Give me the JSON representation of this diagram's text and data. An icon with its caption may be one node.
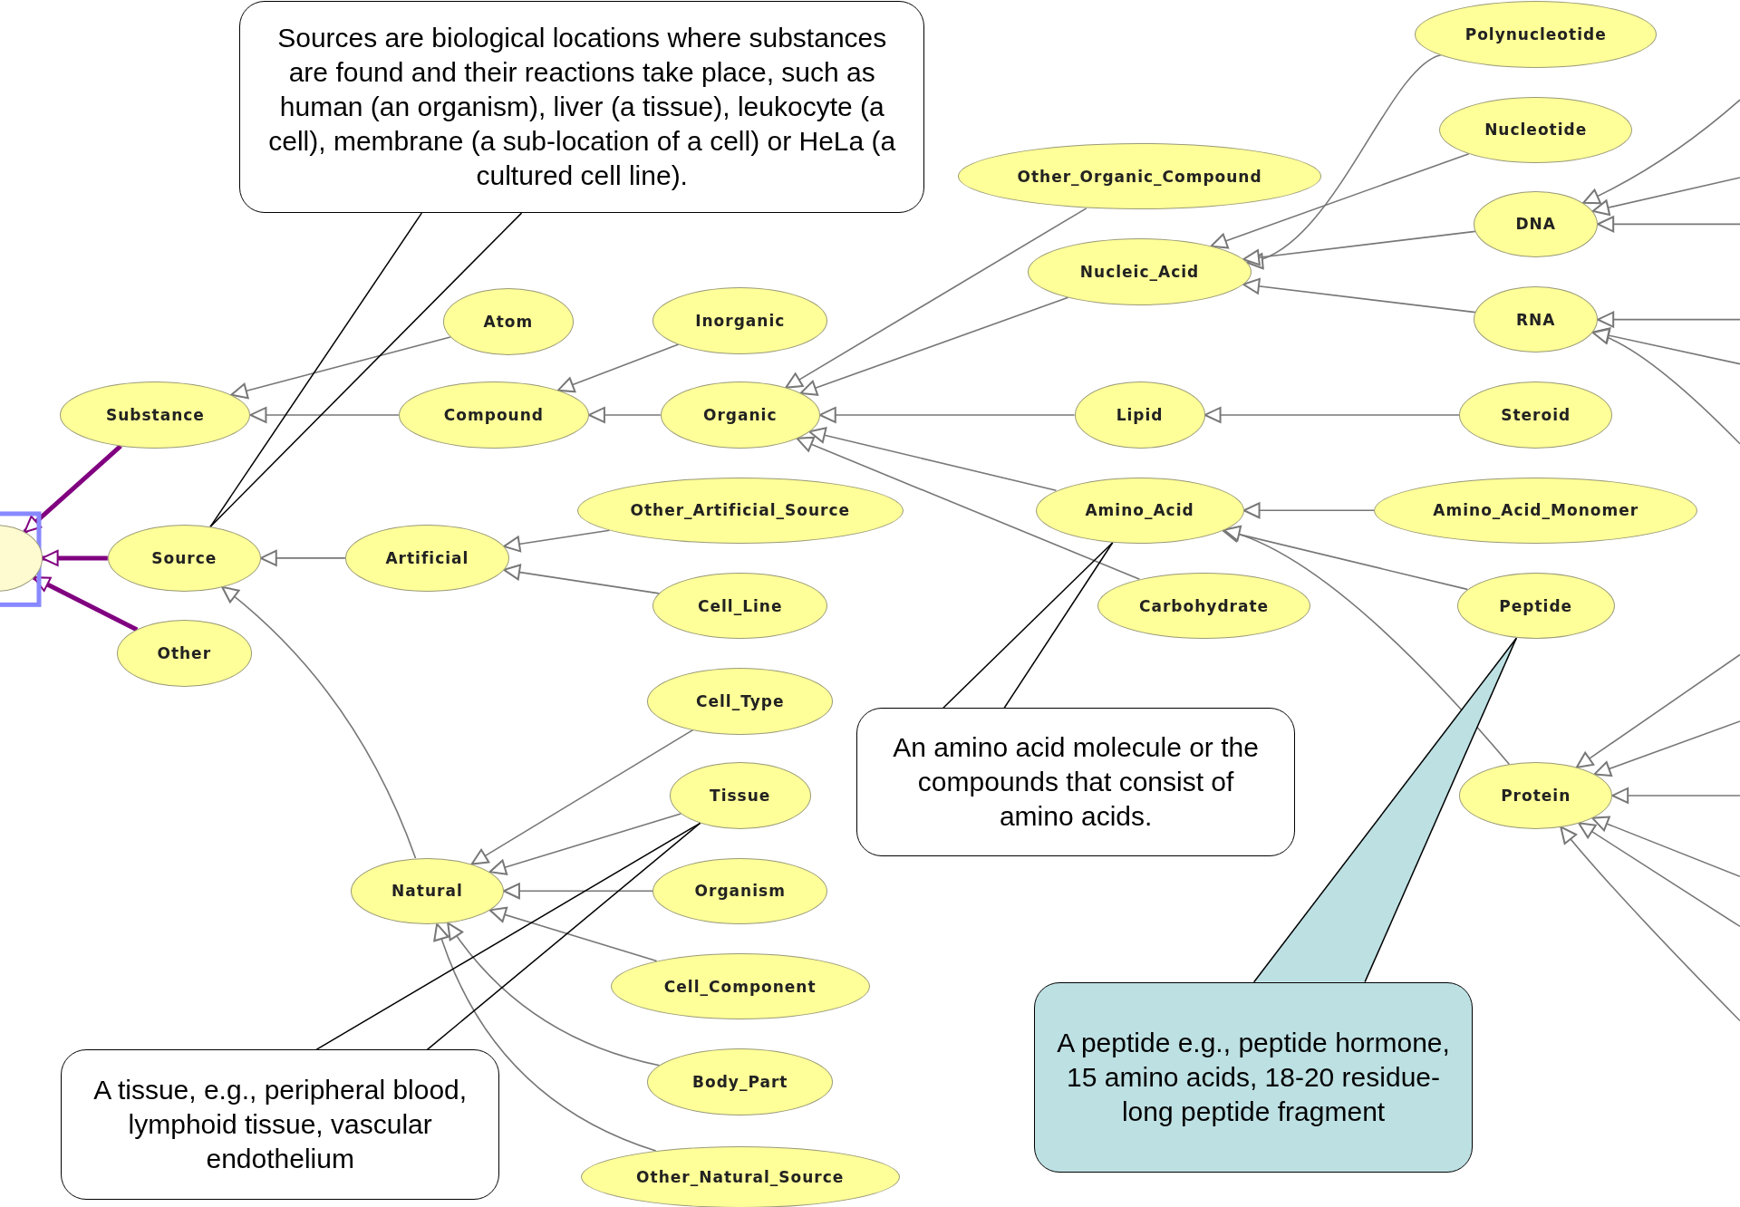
{
  "diagram": {
    "nodes": [
      {
        "text": [],
        "shape": "ellipse"
      },
      {
        "text": [
          "Substance"
        ]
      },
      {
        "text": [
          "Source"
        ]
      },
      {
        "text": [
          "Other"
        ]
      },
      {
        "text": [
          "Atom"
        ]
      },
      {
        "text": [
          "Compound"
        ]
      },
      {
        "text": [
          "Artificial"
        ]
      },
      {
        "text": [
          "Natural"
        ]
      },
      {
        "text": [
          "Inorganic"
        ]
      },
      {
        "text": [
          "Organic"
        ]
      },
      {
        "text": [
          "Other_Artificial_Source"
        ]
      },
      {
        "text": [
          "Cell_Line"
        ]
      },
      {
        "text": [
          "Cell_Type"
        ]
      },
      {
        "text": [
          "Tissue"
        ]
      },
      {
        "text": [
          "Organism"
        ]
      },
      {
        "text": [
          "Cell_Component"
        ]
      },
      {
        "text": [
          "Body_Part"
        ]
      },
      {
        "text": [
          "Other_Natural_Source"
        ]
      },
      {
        "text": [
          "Other_Organic_Compound"
        ]
      },
      {
        "text": [
          "Nucleic_Acid"
        ]
      },
      {
        "text": [
          "Lipid"
        ]
      },
      {
        "text": [
          "Amino_Acid"
        ]
      },
      {
        "text": [
          "Carbohydrate"
        ]
      },
      {
        "text": [
          "Polynucleotide"
        ]
      },
      {
        "text": [
          "Nucleotide"
        ]
      },
      {
        "text": [
          "DNA"
        ]
      },
      {
        "text": [
          "RNA"
        ]
      },
      {
        "text": [
          "Steroid"
        ]
      },
      {
        "text": [
          "Amino_Acid_Monomer"
        ]
      },
      {
        "text": [
          "Peptide"
        ]
      },
      {
        "text": [
          "Protein"
        ]
      },
      {
        "text": [
          "Sources are biological locations where substances are found and their reactions take place, such as human (an organism), liver (a tissue), leukocyte (a cell), membrane (a sub-location of a cell) or HeLa (a cultured cell line)."
        ]
      },
      {
        "text": [
          "An amino acid molecule or the compounds that consist of amino acids."
        ]
      },
      {
        "text": [
          "A peptide e.g., peptide hormone, 15 amino acids, 18-20 residue-long peptide fragment"
        ]
      },
      {
        "text": [
          "A tissue, e.g., peripheral blood, lymphoid tissue, vascular endothelium"
        ]
      }
    ],
    "edges": [
      {
        "from": 1,
        "to": 0,
        "arrow": "to",
        "style": "thick",
        "color": "#800080"
      },
      {
        "from": 2,
        "to": 0,
        "arrow": "to",
        "style": "thick",
        "color": "#800080"
      },
      {
        "from": 3,
        "to": 0,
        "arrow": "to",
        "style": "thick",
        "color": "#800080"
      },
      {
        "from": 4,
        "to": 1,
        "arrow": "to"
      },
      {
        "from": 5,
        "to": 1,
        "arrow": "to"
      },
      {
        "from": 6,
        "to": 2,
        "arrow": "to"
      },
      {
        "from": 7,
        "to": 2,
        "arrow": "to"
      },
      {
        "from": 8,
        "to": 5,
        "arrow": "to"
      },
      {
        "from": 9,
        "to": 5,
        "arrow": "to"
      },
      {
        "from": 10,
        "to": 6,
        "arrow": "to"
      },
      {
        "from": 11,
        "to": 6,
        "arrow": "to"
      },
      {
        "from": 12,
        "to": 7,
        "arrow": "to"
      },
      {
        "from": 13,
        "to": 7,
        "arrow": "to"
      },
      {
        "from": 14,
        "to": 7,
        "arrow": "to"
      },
      {
        "from": 15,
        "to": 7,
        "arrow": "to"
      },
      {
        "from": 16,
        "to": 7,
        "arrow": "to"
      },
      {
        "from": 17,
        "to": 7,
        "arrow": "to"
      },
      {
        "from": 18,
        "to": 9,
        "arrow": "to"
      },
      {
        "from": 19,
        "to": 9,
        "arrow": "to"
      },
      {
        "from": 20,
        "to": 9,
        "arrow": "to"
      },
      {
        "from": 21,
        "to": 9,
        "arrow": "to"
      },
      {
        "from": 22,
        "to": 9,
        "arrow": "to"
      },
      {
        "from": 23,
        "to": 19,
        "arrow": "to"
      },
      {
        "from": 24,
        "to": 19,
        "arrow": "to"
      },
      {
        "from": 25,
        "to": 19,
        "arrow": "to"
      },
      {
        "from": 26,
        "to": 19,
        "arrow": "to"
      },
      {
        "from": 27,
        "to": 20,
        "arrow": "to"
      },
      {
        "from": 28,
        "to": 21,
        "arrow": "to"
      },
      {
        "from": 29,
        "to": 21,
        "arrow": "to"
      },
      {
        "from": 30,
        "to": 21,
        "arrow": "to"
      },
      {
        "from": null,
        "to": 25,
        "arrow": "to"
      },
      {
        "from": null,
        "to": 25,
        "arrow": "to"
      },
      {
        "from": null,
        "to": 25,
        "arrow": "to"
      },
      {
        "from": null,
        "to": 26,
        "arrow": "to"
      },
      {
        "from": null,
        "to": 26,
        "arrow": "to"
      },
      {
        "from": null,
        "to": 26,
        "arrow": "to"
      },
      {
        "from": null,
        "to": 30,
        "arrow": "to"
      },
      {
        "from": null,
        "to": 30,
        "arrow": "to"
      },
      {
        "from": null,
        "to": 30,
        "arrow": "to"
      },
      {
        "from": null,
        "to": 30,
        "arrow": "to"
      },
      {
        "from": null,
        "to": 30,
        "arrow": "to"
      },
      {
        "from": null,
        "to": 30,
        "arrow": "to"
      },
      {
        "from": 31,
        "to": 2,
        "arrow": "none",
        "color": "#000000"
      },
      {
        "from": 32,
        "to": 21,
        "arrow": "none",
        "color": "#000000"
      },
      {
        "from": 33,
        "to": 29,
        "arrow": "none",
        "color": "#000000"
      },
      {
        "from": 34,
        "to": 13,
        "arrow": "none",
        "color": "#000000"
      }
    ]
  }
}
